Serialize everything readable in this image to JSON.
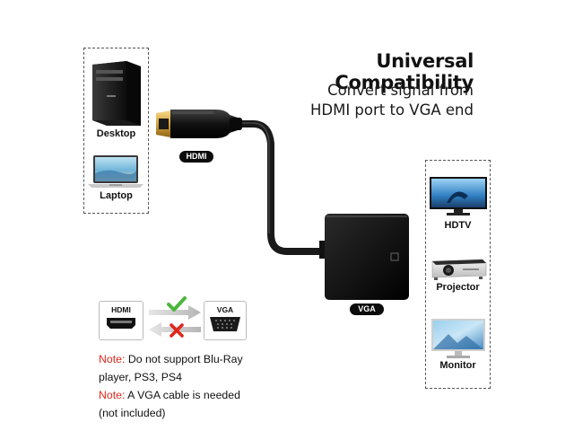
{
  "heading": {
    "title": "Universal Compatibility",
    "subtitle_line1": "Convert signal from",
    "subtitle_line2": "HDMI port to VGA end"
  },
  "sources": [
    {
      "label": "Desktop",
      "icon": "desktop-tower-icon"
    },
    {
      "label": "Laptop",
      "icon": "laptop-icon"
    }
  ],
  "displays": [
    {
      "label": "HDTV",
      "icon": "hdtv-icon"
    },
    {
      "label": "Projector",
      "icon": "projector-icon"
    },
    {
      "label": "Monitor",
      "icon": "monitor-icon"
    }
  ],
  "cable": {
    "hdmi_tag": "HDMI",
    "vga_tag": "VGA"
  },
  "direction_diagram": {
    "left_label": "HDMI",
    "right_label": "VGA",
    "forward": "check-icon",
    "reverse": "cross-icon"
  },
  "notes": [
    {
      "prefix": "Note:",
      "text_line1": " Do not support Blu-Ray",
      "text_line2": "player, PS3, PS4"
    },
    {
      "prefix": "Note:",
      "text_line1": " A VGA cable is needed",
      "text_line2": "(not included)"
    }
  ],
  "colors": {
    "note_red": "#e0261a",
    "check_green": "#4cb63c",
    "cross_red": "#e0261a",
    "connector_gold": "#d4a23a"
  }
}
